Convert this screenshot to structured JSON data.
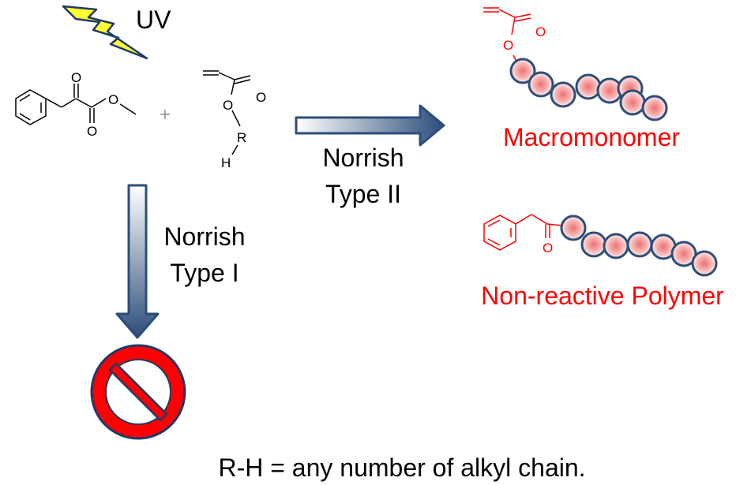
{
  "uv_label": "UV",
  "reactants": {
    "plus_sign": "+",
    "photoinitiator_atoms": {
      "o_top": "O",
      "o_bottom": "O",
      "o_ester": "O"
    },
    "acrylate_atoms": {
      "o_carbonyl": "O",
      "o_ester": "O",
      "r_group": "R",
      "h_atom": "H"
    }
  },
  "type2_arrow": {
    "line1": "Norrish",
    "line2": "Type II"
  },
  "type1_arrow": {
    "line1": "Norrish",
    "line2": "Type I"
  },
  "products": {
    "macromonomer": {
      "label": "Macromonomer",
      "atoms": {
        "o_carbonyl": "O",
        "o_ester": "O"
      },
      "bead_count": 8
    },
    "nonreactive": {
      "label": "Non-reactive Polymer",
      "atoms": {
        "o_carbonyl": "O"
      },
      "bead_count": 7
    }
  },
  "footnote": "R-H = any number of alkyl chain.",
  "colors": {
    "product_red": "#ff0000",
    "arrow_dark": "#2c4d7a",
    "arrow_light": "#ffffff",
    "bead_outline": "#2f4e78",
    "bead_fill_center": "#f28b8b",
    "bolt_yellow": "#ffff33",
    "prohibit_red": "#ff0000"
  }
}
